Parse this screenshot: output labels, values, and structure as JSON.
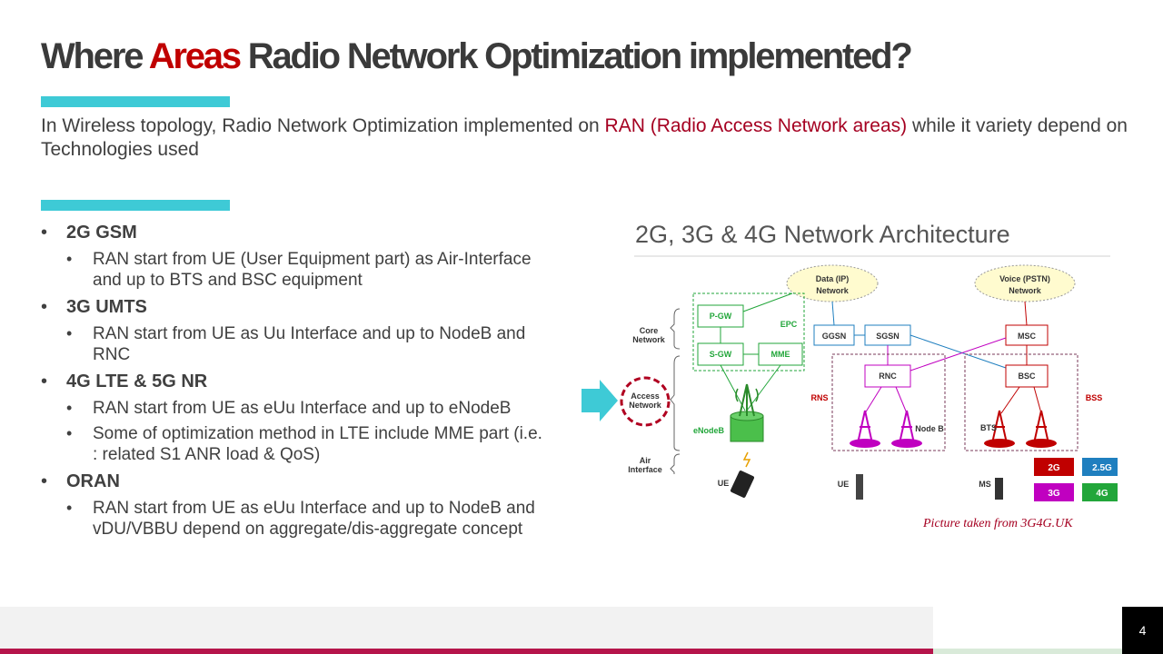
{
  "title": {
    "before": "Where ",
    "accent": "Areas",
    "after": " Radio Network Optimization implemented?"
  },
  "intro": {
    "before": "In Wireless topology, Radio Network Optimization implemented on ",
    "highlight": "RAN (Radio Access Network areas)",
    "after": " while it variety depend on Technologies used"
  },
  "bullets": [
    {
      "heading": "2G GSM",
      "items": [
        "RAN start from UE (User Equipment part) as Air-Interface and up to BTS and BSC equipment"
      ]
    },
    {
      "heading": "3G UMTS",
      "items": [
        "RAN start from UE as Uu Interface and up to NodeB and RNC"
      ]
    },
    {
      "heading": "4G LTE & 5G NR",
      "items": [
        "RAN start from UE as eUu Interface and up to eNodeB",
        " Some of optimization method in LTE include MME part (i.e. : related S1 ANR load & QoS)"
      ]
    },
    {
      "heading": "ORAN",
      "items": [
        "RAN start from UE as eUu Interface and up to NodeB and vDU/VBBU depend on aggregate/dis-aggregate concept"
      ]
    }
  ],
  "diagram": {
    "title": "2G, 3G & 4G Network Architecture",
    "data_cloud": [
      "Data (IP)",
      "Network"
    ],
    "voice_cloud": [
      "Voice (PSTN)",
      "Network"
    ],
    "core_network": [
      "Core",
      "Network"
    ],
    "access_network": [
      "Access",
      "Network"
    ],
    "air_interface": [
      "Air",
      "Interface"
    ],
    "pgw": "P-GW",
    "sgw": "S-GW",
    "mme": "MME",
    "epc": "EPC",
    "enodeb": "eNodeB",
    "ggsn": "GGSN",
    "sgsn": "SGSN",
    "msc": "MSC",
    "rnc": "RNC",
    "bsc": "BSC",
    "rns": "RNS",
    "bss": "BSS",
    "nodeb": "Node B",
    "bts": "BTS",
    "ue": "UE",
    "ms": "MS",
    "legend": [
      "2G",
      "2.5G",
      "3G",
      "4G"
    ],
    "legend_colors": [
      "#c00000",
      "#1f7fbf",
      "#c000c0",
      "#22a63a"
    ],
    "caption": "Picture taken from 3G4G.UK"
  },
  "page_number": "4",
  "colors": {
    "accent_red": "#c00000",
    "teal": "#3ecad6",
    "footer_magenta": "#b5154b",
    "lte_green": "#22a63a",
    "umts_purple": "#c000c0",
    "gsm_red": "#c00000"
  }
}
